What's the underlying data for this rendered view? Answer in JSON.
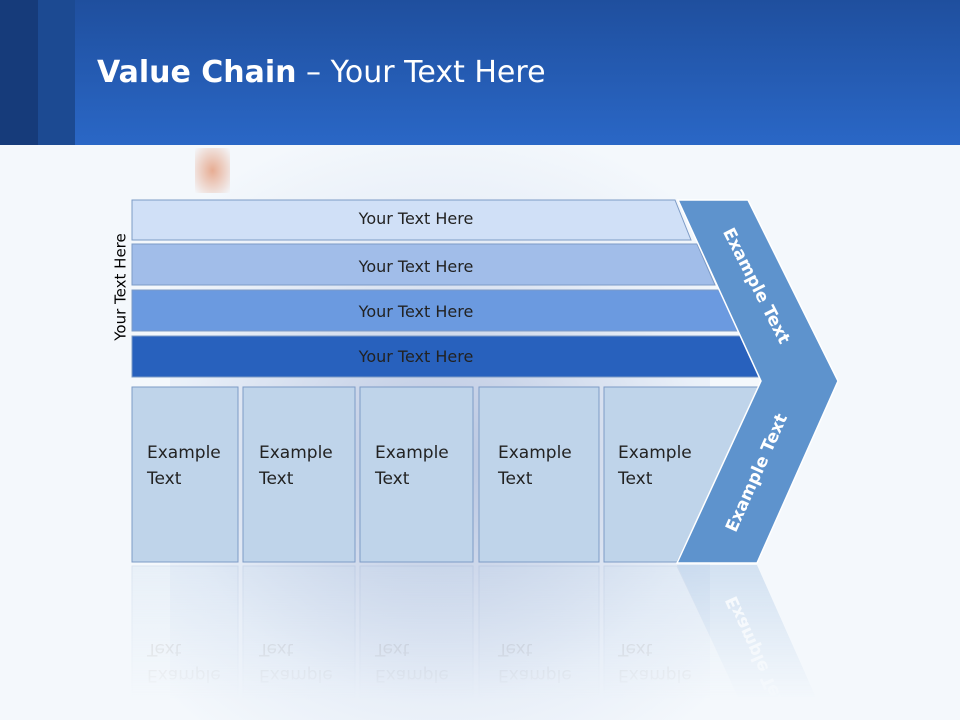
{
  "slide": {
    "title_bold": "Value Chain",
    "title_rest": " – Your Text Here",
    "side_label": "Your Text Here"
  },
  "rows": [
    {
      "label": "Your Text Here",
      "color": "#d0e0f7"
    },
    {
      "label": "Your Text Here",
      "color": "#a1bde9"
    },
    {
      "label": "Your Text Here",
      "color": "#6b9ae0"
    },
    {
      "label": "Your Text Here",
      "color": "#2861bd"
    }
  ],
  "boxes": [
    {
      "line1": "Example",
      "line2": "Text"
    },
    {
      "line1": "Example",
      "line2": "Text"
    },
    {
      "line1": "Example",
      "line2": "Text"
    },
    {
      "line1": "Example",
      "line2": "Text"
    },
    {
      "line1": "Example",
      "line2": "Text"
    }
  ],
  "chevron": {
    "upper_label": "Example Text",
    "lower_label": "Example Text",
    "color": "#5e93cd"
  },
  "colors": {
    "header": "#2a67c6",
    "box_fill": "#bfd4ea"
  }
}
